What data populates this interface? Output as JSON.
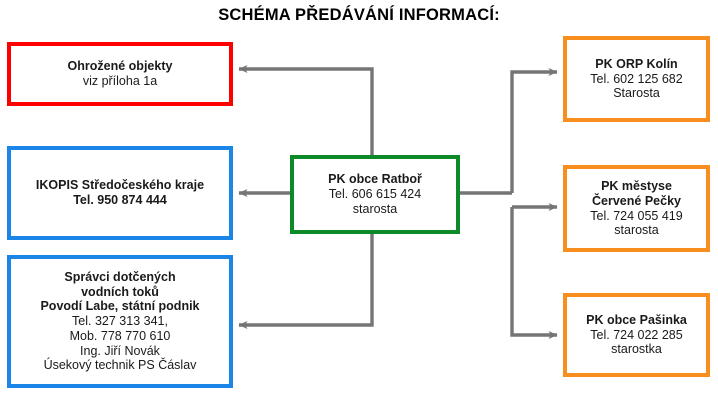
{
  "diagram": {
    "title": "SCHÉMA PŘEDÁVÁNÍ INFORMACÍ:",
    "colors": {
      "red": "#ff0000",
      "blue": "#1b86e8",
      "green": "#0c8a27",
      "orange": "#f78e1e",
      "connector": "#757575",
      "background": "#ffffff",
      "text": "#1a1a1a"
    },
    "nodes": {
      "ohrozene": {
        "line1": "Ohrožené objekty",
        "line2": "viz příloha 1a"
      },
      "ikopis": {
        "line1": "IKOPIS Středočeského kraje",
        "line2": "Tel. 950 874 444"
      },
      "spravci": {
        "line1": "Správci dotčených",
        "line2": "vodních toků",
        "line3": "Povodí Labe, státní podnik",
        "line4": "Tel. 327 313 341,",
        "line5": "Mob. 778 770 610",
        "line6": "Ing. Jiří Novák",
        "line7": "Úsekový technik PS Čáslav"
      },
      "pk_obce_ratbor": {
        "line1": "PK obce Ratboř",
        "line2": "Tel. 606 615 424",
        "line3": "starosta"
      },
      "pk_orp_kolin": {
        "line1": "PK ORP Kolín",
        "line2": "Tel.  602 125 682",
        "line3": "Starosta"
      },
      "pk_mestyse_pecky": {
        "line1": "PK městyse",
        "line2": "Červené Pečky",
        "line3": "Tel. 724 055 419",
        "line4": "starosta"
      },
      "pk_obce_pasinka": {
        "line1": "PK obce Pašinka",
        "line2": "Tel. 724 022 285",
        "line3": "starostka"
      }
    }
  }
}
